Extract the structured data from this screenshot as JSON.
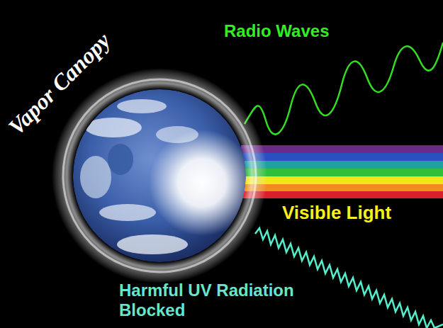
{
  "diagram": {
    "labels": [
      "Vapor Canopy",
      "Radio Waves",
      "Visible Light",
      "Harmful UV Radiation Blocked"
    ]
  }
}
